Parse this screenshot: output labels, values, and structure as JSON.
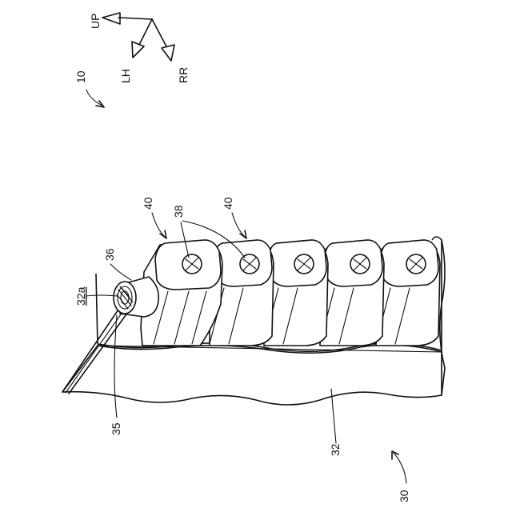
{
  "axes": {
    "up": "UP",
    "lh": "LH",
    "rr": "RR"
  },
  "labels": {
    "assembly": "10",
    "module_a": "40",
    "module_b": "40",
    "fasteners": "38",
    "cap": "36",
    "face_ref": "32a",
    "cable": "35",
    "base": "32",
    "vehicle": "30"
  },
  "colors": {
    "line": "#111111",
    "background": "#ffffff"
  }
}
